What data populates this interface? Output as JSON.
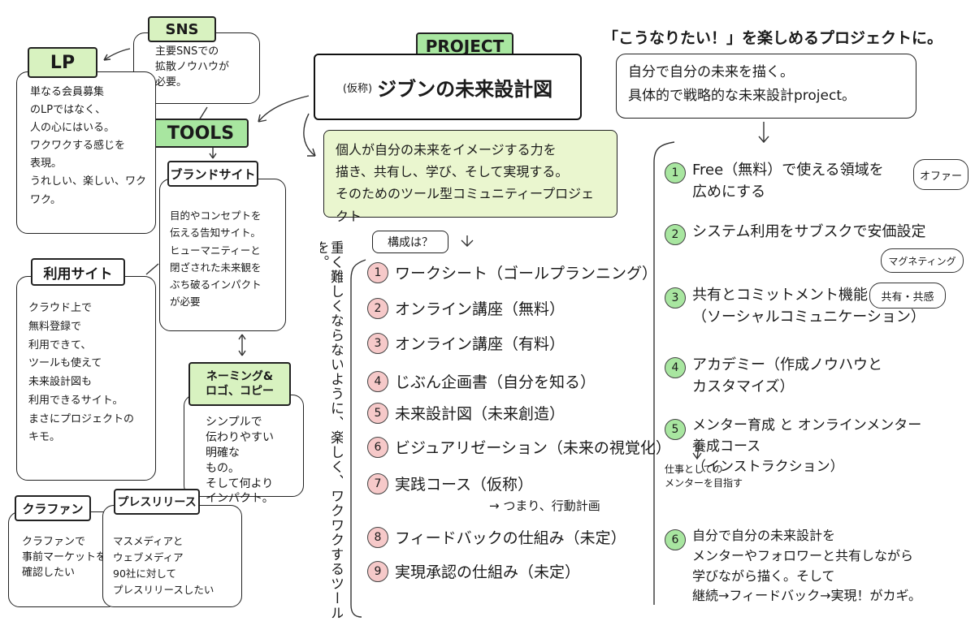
{
  "project_tag": "PROJECT",
  "project_title_prefix": "(仮称)",
  "project_title": "ジブンの未来設計図",
  "project_desc": "個人が自分の未来をイメージする力を\n描き、共有し、学び、そして実現する。\nそのためのツール型コミュニティープロジェクト",
  "tools": "TOOLS",
  "sns": {
    "title": "SNS",
    "body": "主要SNSでの\n拡散ノウハウが\n必要。"
  },
  "lp": {
    "title": "LP",
    "body": "単なる会員募集\nのLPではなく、\n人の心にはいる。\nワクワクする感じを\n表現。\nうれしい、楽しい、ワクワク。"
  },
  "brand": {
    "title": "ブランドサイト",
    "body": "目的やコンセプトを\n伝える告知サイト。\nヒューマニティーと\n閉ざされた未来観を\nぶち破るインパクト\nが必要"
  },
  "riyou": {
    "title": "利用サイト",
    "body": "クラウド上で\n無料登録で\n利用できて、\nツールも使えて\n未来設計図も\n利用できるサイト。\nまさにプロジェクトの\nキモ。"
  },
  "naming": {
    "title": "ネーミング&\nロゴ、コピー",
    "body": "シンプルで\n伝わりやすい\n明確な\nもの。\nそして何より\nインパクト。"
  },
  "crowdfund": {
    "title": "クラファン",
    "body": "クラファンで\n事前マーケットを\n確認したい"
  },
  "press": {
    "title": "プレスリリース",
    "body": "マスメディアと\nウェブメディア\n90社に対して\nプレスリリースしたい"
  },
  "vertical_note": "重く難しくならないように、楽しく、ワクワクするツールを。",
  "kousei_label": "構成は？",
  "kousei_items": [
    {
      "n": "1",
      "label": "ワークシート（ゴールプランニング）"
    },
    {
      "n": "2",
      "label": "オンライン講座（無料）"
    },
    {
      "n": "3",
      "label": "オンライン講座（有料）"
    },
    {
      "n": "4",
      "label": "じぶん企画書（自分を知る）"
    },
    {
      "n": "5",
      "label": "未来設計図（未来創造）"
    },
    {
      "n": "6",
      "label": "ビジュアリゼーション（未来の視覚化）"
    },
    {
      "n": "7",
      "label": "実践コース（仮称）"
    },
    {
      "n": "8",
      "label": "フィードバックの仕組み（未定）"
    },
    {
      "n": "9",
      "label": "実現承認の仕組み（未定）"
    }
  ],
  "kousei_7_sub": "→ つまり、行動計画",
  "right_heading": "「こうなりたい！」を楽しめるプロジェクトに。",
  "right_intro": "自分で自分の未来を描く。\n具体的で戦略的な未来設計project。",
  "right_items": [
    {
      "n": "1",
      "text": "Free（無料）で使える領域を\n広めにする",
      "pill": "オファー"
    },
    {
      "n": "2",
      "text": "システム利用をサブスクで安価設定",
      "pill": "マグネティング"
    },
    {
      "n": "3",
      "text": "共有とコミットメント機能\n（ソーシャルコミュニケーション）",
      "pill": "共有・共感"
    },
    {
      "n": "4",
      "text": "アカデミー（作成ノウハウと\nカスタマイズ）",
      "pill": ""
    },
    {
      "n": "5",
      "text": "メンター育成 と オンラインメンター\n養成コース\n（インストラクション）",
      "pill": ""
    },
    {
      "n": "6",
      "text": "自分で自分の未来設計を\nメンターやフォロワーと共有しながら\n学びながら描く。そして\n継続→フィードバック→実現！がカギ。",
      "pill": ""
    }
  ],
  "right_5_sub": "仕事としての\nメンターを目指す"
}
